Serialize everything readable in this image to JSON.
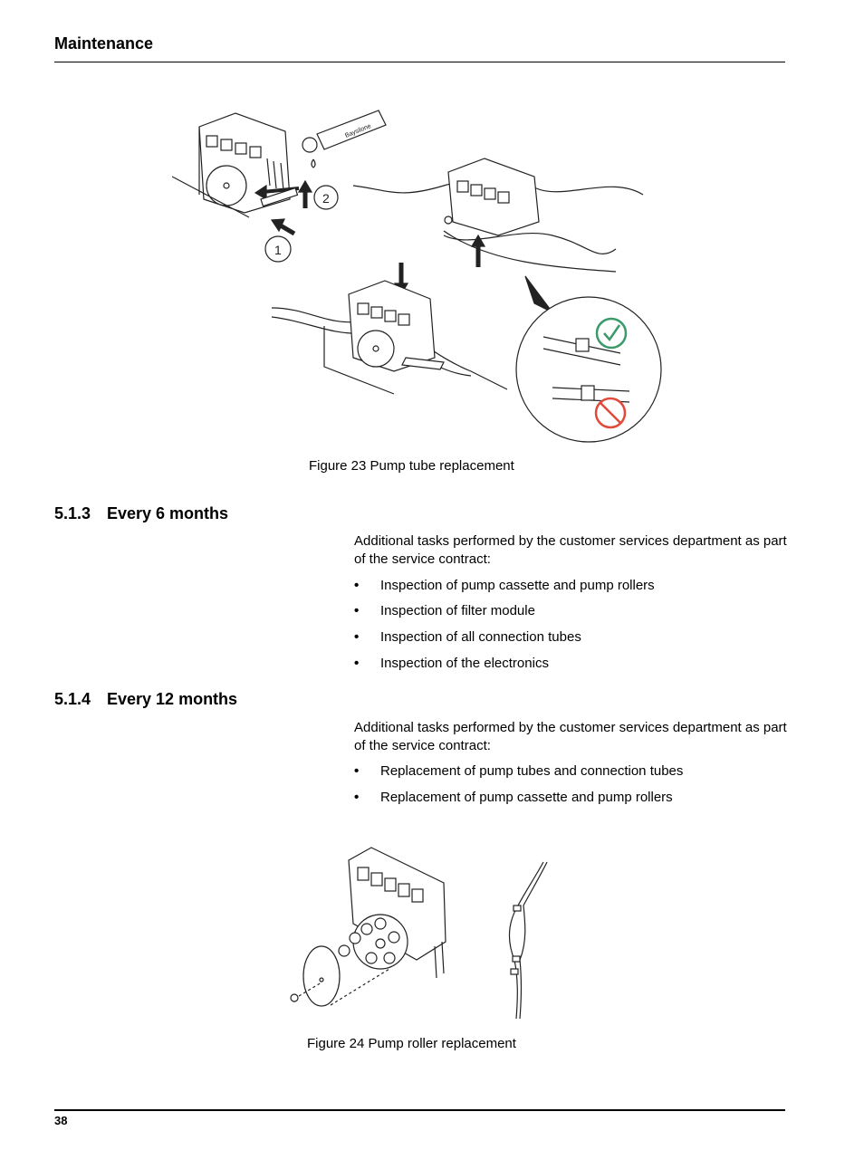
{
  "header": {
    "title": "Maintenance"
  },
  "figure23": {
    "caption": "Figure 23 Pump tube replacement",
    "callouts": [
      "1",
      "2"
    ],
    "tube_label": "Baysilone",
    "icons": [
      "check-icon",
      "prohibited-icon"
    ]
  },
  "section_513": {
    "number": "5.1.3",
    "title": "Every 6 months",
    "intro": "Additional tasks performed by the customer services department as part of the service contract:",
    "bullets": [
      "Inspection of pump cassette and pump rollers",
      "Inspection of filter module",
      "Inspection of all connection tubes",
      "Inspection of the electronics"
    ]
  },
  "section_514": {
    "number": "5.1.4",
    "title": "Every 12 months",
    "intro": "Additional tasks performed by the customer services department as part of the service contract:",
    "bullets": [
      "Replacement of pump tubes and connection tubes",
      "Replacement of pump cassette and pump rollers"
    ]
  },
  "figure24": {
    "caption": "Figure 24 Pump roller replacement"
  },
  "footer": {
    "page_number": "38",
    "bullet_char": "•"
  }
}
